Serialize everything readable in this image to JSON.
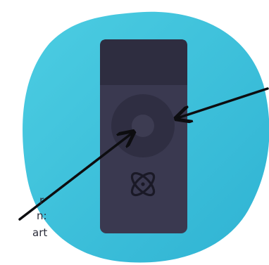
{
  "label": {
    "line_1": "r",
    "line_2": "n:",
    "line_3": "art"
  },
  "colors": {
    "blob": "#3cbfd9",
    "device_body": "#3a3950",
    "device_top": "#2e2d40",
    "wheel_outer": "#2f2e42",
    "wheel_center": "#3d3c52",
    "logo": "#1a1926",
    "arrow": "#0d0d10",
    "text": "#2b2d3a"
  },
  "icons": {
    "logo": "atom-orbit-icon"
  }
}
